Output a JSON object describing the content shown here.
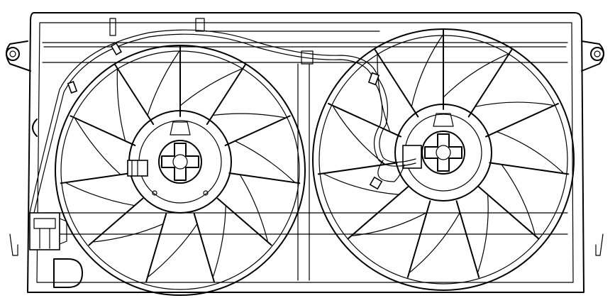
{
  "diagram": {
    "stroke_color": "#000000",
    "background_color": "#ffffff",
    "fans": [
      {
        "id": "left",
        "blade_count": 11
      },
      {
        "id": "right",
        "blade_count": 11
      }
    ]
  }
}
